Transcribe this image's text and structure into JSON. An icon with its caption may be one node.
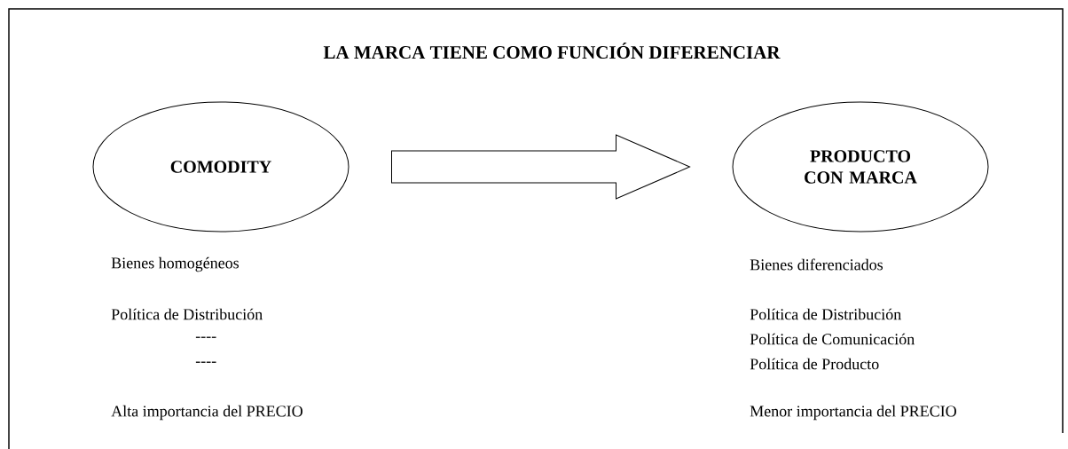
{
  "diagram": {
    "title": "LA MARCA TIENE COMO FUNCIÓN DIFERENCIAR",
    "nodes": [
      {
        "text": [
          "COMODITY"
        ]
      },
      {
        "text": [
          "PRODUCTO CON MARCA"
        ]
      }
    ],
    "edges": [
      {
        "from": 0,
        "to": 1,
        "arrow": "to"
      }
    ],
    "labels": [
      "Bienes homogéneos",
      "Bienes diferenciados",
      "Política de Distribución",
      "Política de Distribución",
      "----",
      "Política de Comunicación",
      "----",
      "Política de Producto",
      "Alta importancia del PRECIO",
      "Menor importancia del PRECIO"
    ]
  }
}
